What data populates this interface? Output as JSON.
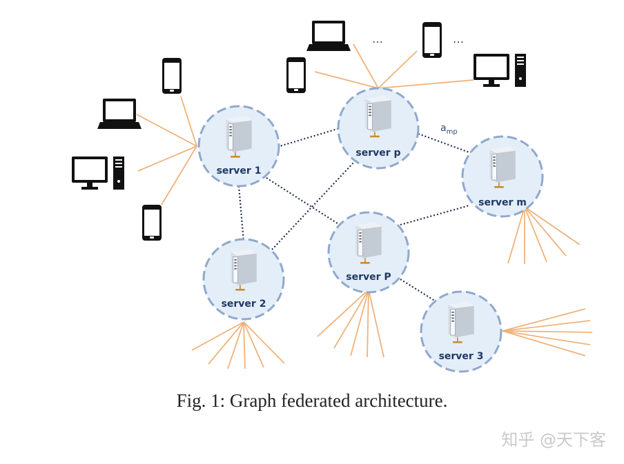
{
  "diagram": {
    "nodes": [
      {
        "id": "server-1",
        "label": "server 1"
      },
      {
        "id": "server-p",
        "label": "server p"
      },
      {
        "id": "server-m",
        "label": "server m"
      },
      {
        "id": "server-2",
        "label": "server 2"
      },
      {
        "id": "server-P",
        "label": "server P"
      },
      {
        "id": "server-3",
        "label": "server 3"
      }
    ],
    "edges": [
      {
        "from": "server 1",
        "to": "server p"
      },
      {
        "from": "server 1",
        "to": "server 2"
      },
      {
        "from": "server 1",
        "to": "server P"
      },
      {
        "from": "server 2",
        "to": "server p"
      },
      {
        "from": "server p",
        "to": "server m",
        "label": "a",
        "label_sub": "mp"
      },
      {
        "from": "server P",
        "to": "server m"
      },
      {
        "from": "server P",
        "to": "server 3"
      }
    ],
    "ellipsis_1": "…",
    "ellipsis_2": "…",
    "colors": {
      "node_fill": "#e4eef9",
      "node_border": "#8fa9cc",
      "client_line": "#f0b27a",
      "server_edge": "#1f2d4d"
    },
    "icons": [
      "server-icon",
      "laptop-icon",
      "phone-icon",
      "desktop-icon"
    ]
  },
  "caption": "Fig. 1: Graph federated architecture.",
  "watermark": "知乎 @天下客"
}
